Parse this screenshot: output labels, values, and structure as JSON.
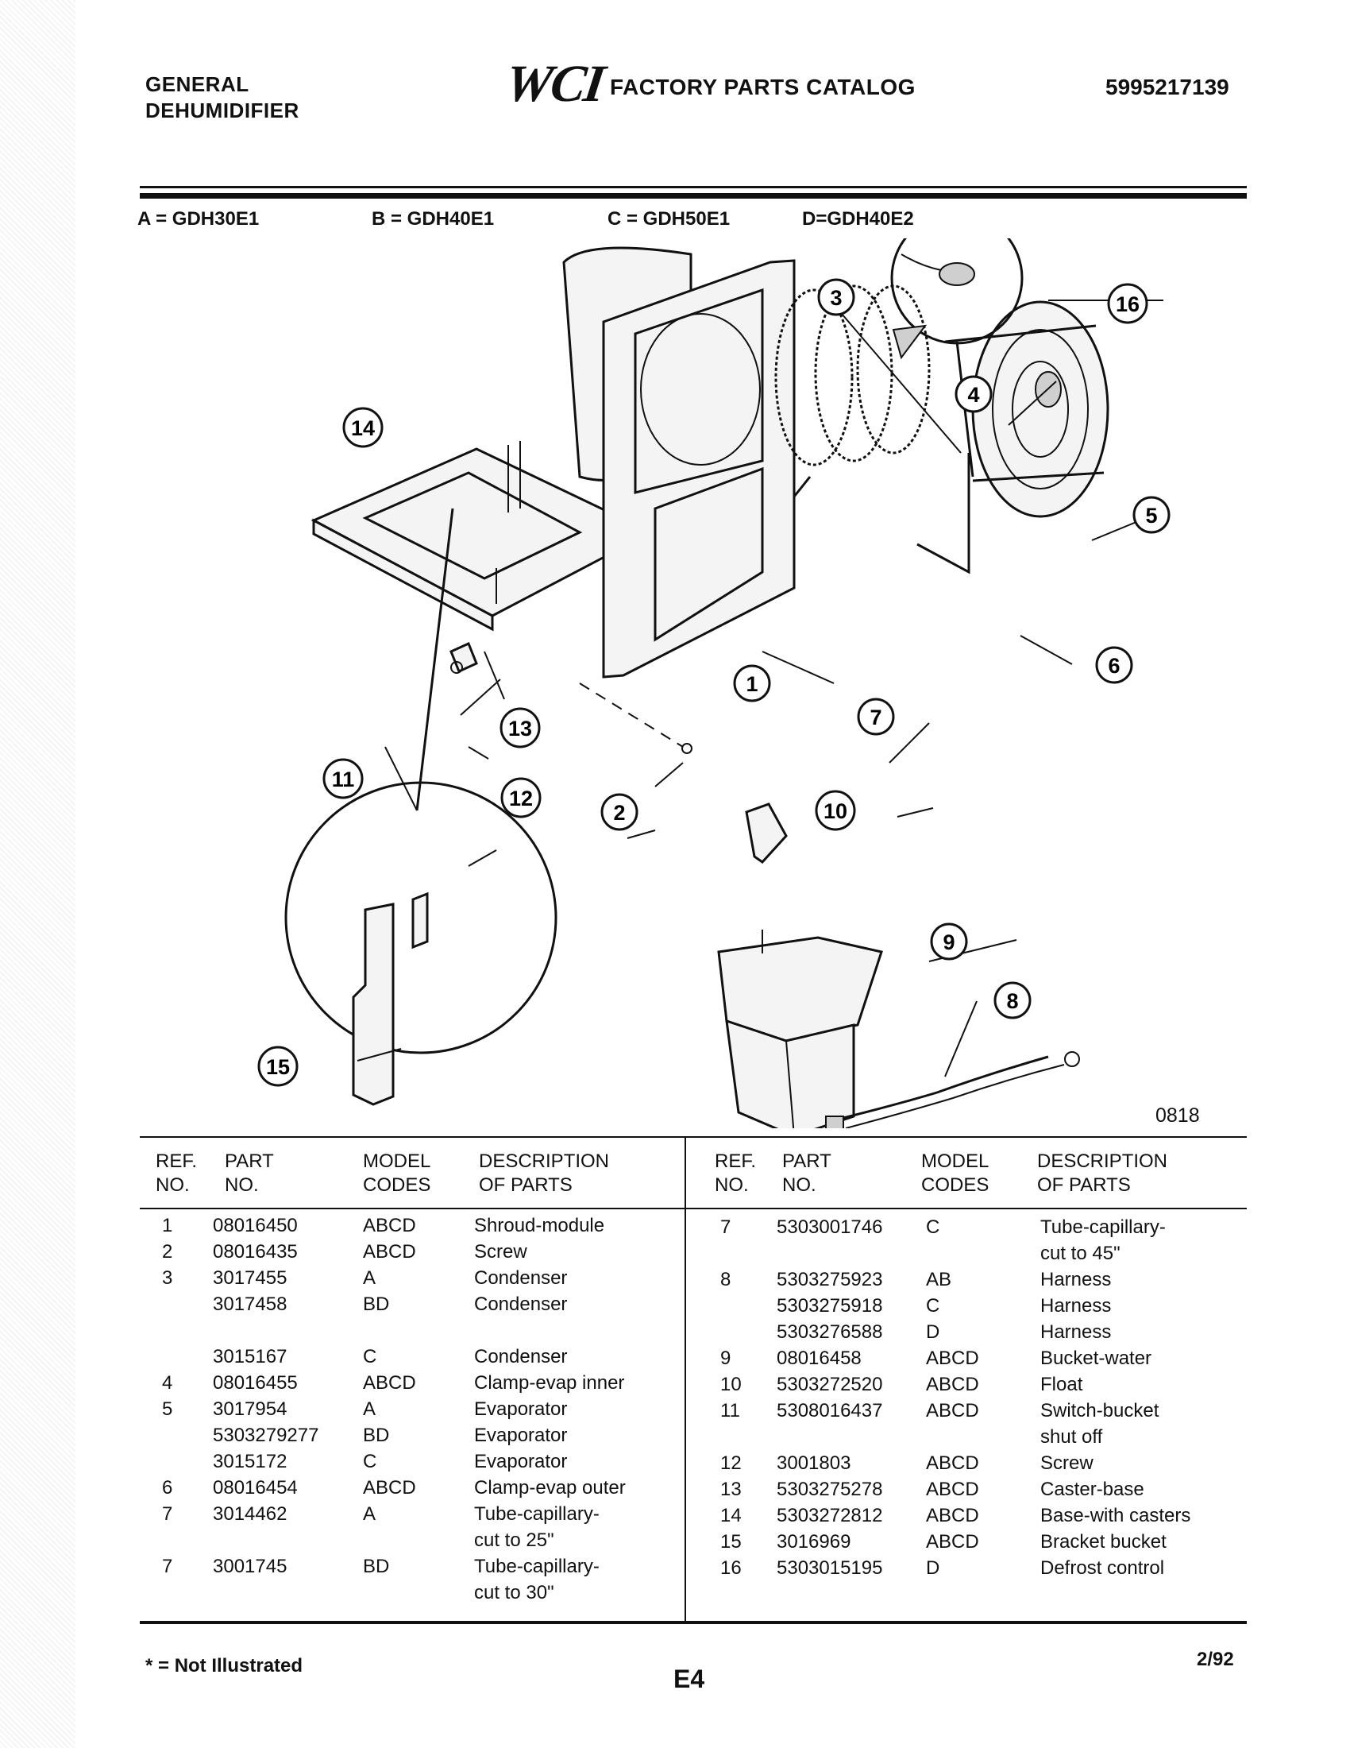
{
  "header": {
    "brand_line1": "GENERAL",
    "brand_line2": "DEHUMIDIFIER",
    "logo": "WCI",
    "title": "FACTORY PARTS CATALOG",
    "catalog_number": "5995217139"
  },
  "models": [
    {
      "text": "A = GDH30E1"
    },
    {
      "text": "B = GDH40E1"
    },
    {
      "text": "C = GDH50E1"
    },
    {
      "text": "D=GDH40E2"
    }
  ],
  "diagram": {
    "figure_number": "0818",
    "callouts": [
      "1",
      "2",
      "3",
      "4",
      "5",
      "6",
      "7",
      "8",
      "9",
      "10",
      "11",
      "12",
      "13",
      "14",
      "15",
      "16"
    ]
  },
  "table": {
    "headers": {
      "ref": "REF.",
      "ref2": "NO.",
      "part": "PART",
      "part2": "NO.",
      "model": "MODEL",
      "model2": "CODES",
      "desc": "DESCRIPTION",
      "desc2": "OF PARTS"
    },
    "left_rows": [
      {
        "ref": "1",
        "part": "08016450",
        "codes": "ABCD",
        "desc": "Shroud-module"
      },
      {
        "ref": "2",
        "part": "08016435",
        "codes": "ABCD",
        "desc": "Screw"
      },
      {
        "ref": "3",
        "part": "3017455",
        "codes": "A",
        "desc": "Condenser"
      },
      {
        "ref": "",
        "part": "3017458",
        "codes": "BD",
        "desc": "Condenser"
      },
      {
        "ref": "",
        "part": "",
        "codes": "",
        "desc": ""
      },
      {
        "ref": "",
        "part": "3015167",
        "codes": "C",
        "desc": "Condenser"
      },
      {
        "ref": "4",
        "part": "08016455",
        "codes": "ABCD",
        "desc": "Clamp-evap inner"
      },
      {
        "ref": "5",
        "part": "3017954",
        "codes": "A",
        "desc": "Evaporator"
      },
      {
        "ref": "",
        "part": "5303279277",
        "codes": "BD",
        "desc": "Evaporator"
      },
      {
        "ref": "",
        "part": "3015172",
        "codes": "C",
        "desc": "Evaporator"
      },
      {
        "ref": "6",
        "part": "08016454",
        "codes": "ABCD",
        "desc": "Clamp-evap outer"
      },
      {
        "ref": "7",
        "part": "3014462",
        "codes": "A",
        "desc": "Tube-capillary-"
      },
      {
        "ref": "",
        "part": "",
        "codes": "",
        "desc": "cut to 25\""
      },
      {
        "ref": "7",
        "part": "3001745",
        "codes": "BD",
        "desc": "Tube-capillary-"
      },
      {
        "ref": "",
        "part": "",
        "codes": "",
        "desc": "cut to 30\""
      }
    ],
    "right_rows": [
      {
        "ref": "7",
        "part": "5303001746",
        "codes": "C",
        "desc": "Tube-capillary-"
      },
      {
        "ref": "",
        "part": "",
        "codes": "",
        "desc": "cut to 45\""
      },
      {
        "ref": "8",
        "part": "5303275923",
        "codes": "AB",
        "desc": "Harness"
      },
      {
        "ref": "",
        "part": "5303275918",
        "codes": "C",
        "desc": "Harness"
      },
      {
        "ref": "",
        "part": "5303276588",
        "codes": "D",
        "desc": "Harness"
      },
      {
        "ref": "9",
        "part": "08016458",
        "codes": "ABCD",
        "desc": "Bucket-water"
      },
      {
        "ref": "10",
        "part": "5303272520",
        "codes": "ABCD",
        "desc": "Float"
      },
      {
        "ref": "11",
        "part": "5308016437",
        "codes": "ABCD",
        "desc": "Switch-bucket"
      },
      {
        "ref": "",
        "part": "",
        "codes": "",
        "desc": "shut off"
      },
      {
        "ref": "12",
        "part": "3001803",
        "codes": "ABCD",
        "desc": "Screw"
      },
      {
        "ref": "13",
        "part": "5303275278",
        "codes": "ABCD",
        "desc": "Caster-base"
      },
      {
        "ref": "14",
        "part": "5303272812",
        "codes": "ABCD",
        "desc": "Base-with casters"
      },
      {
        "ref": "15",
        "part": "3016969",
        "codes": "ABCD",
        "desc": "Bracket bucket"
      },
      {
        "ref": "16",
        "part": "5303015195",
        "codes": "D",
        "desc": "Defrost control"
      }
    ]
  },
  "footer": {
    "note": "* = Not Illustrated",
    "page": "E4",
    "date": "2/92"
  }
}
